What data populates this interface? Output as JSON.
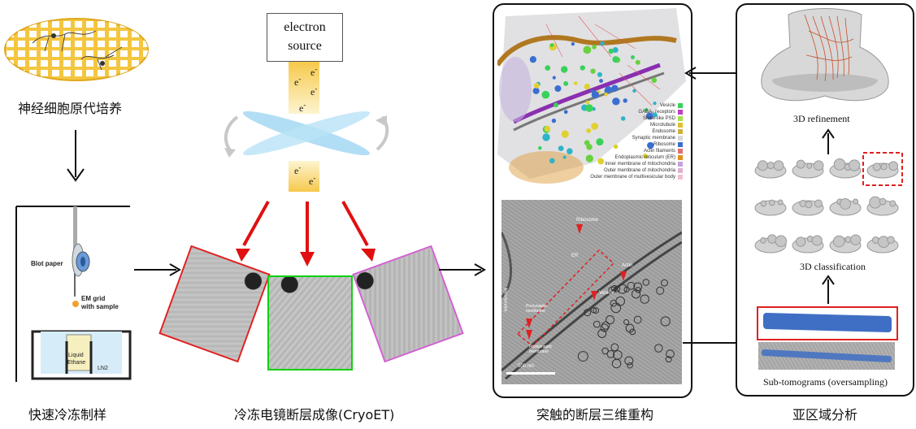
{
  "stages": {
    "culture": "神经细胞原代培养",
    "freeze": "快速冷冻制样",
    "cryoet": "冷冻电镜断层成像(CryoET)",
    "recon": "突触的断层三维重构",
    "subregion": "亚区域分析"
  },
  "electron_source": {
    "line1": "electron",
    "line2": "source"
  },
  "electron_symbol": "e",
  "freeze_labels": {
    "blot_paper": "Blot paper",
    "em_grid": "EM grid",
    "with_sample": "with sample",
    "liquid": "Liquid",
    "ethane": "Ethane",
    "ln2": "LN2"
  },
  "legend": [
    {
      "label": "Vesicle",
      "color": "#3ad15a"
    },
    {
      "label": "GABAₐ receptors",
      "color": "#c040c0"
    },
    {
      "label": "Shaw-like PSD",
      "color": "#a6e04a"
    },
    {
      "label": "Microtubule",
      "color": "#e0c030"
    },
    {
      "label": "Endosome",
      "color": "#d0b040"
    },
    {
      "label": "Synaptic membrane",
      "color": "#d8d8d8"
    },
    {
      "label": "Ribosome",
      "color": "#3a6fd0"
    },
    {
      "label": "Actin filaments",
      "color": "#e07070"
    },
    {
      "label": "Endoplasmic reticulum (ER)",
      "color": "#e09020"
    },
    {
      "label": "Inner membrane of mitochondria",
      "color": "#c8a0e0"
    },
    {
      "label": "Outer membrane of mitochondria",
      "color": "#e0b0d0"
    },
    {
      "label": "Outer membrane of multivesicular body",
      "color": "#f0c0d0"
    }
  ],
  "tomo_labels": {
    "ribosome": "Ribosome",
    "er": "ER",
    "actin": "Actin",
    "mitochondria": "Mitochondria",
    "vesicle": "Vesicle",
    "presynaptic": "Presynaptic membrane",
    "postsynaptic": "Postsynaptic membrane",
    "scalebar": "500 nm"
  },
  "analysis": {
    "refinement": "3D refinement",
    "classification": "3D classification",
    "subtomograms": "Sub-tomograms (oversampling)"
  }
}
